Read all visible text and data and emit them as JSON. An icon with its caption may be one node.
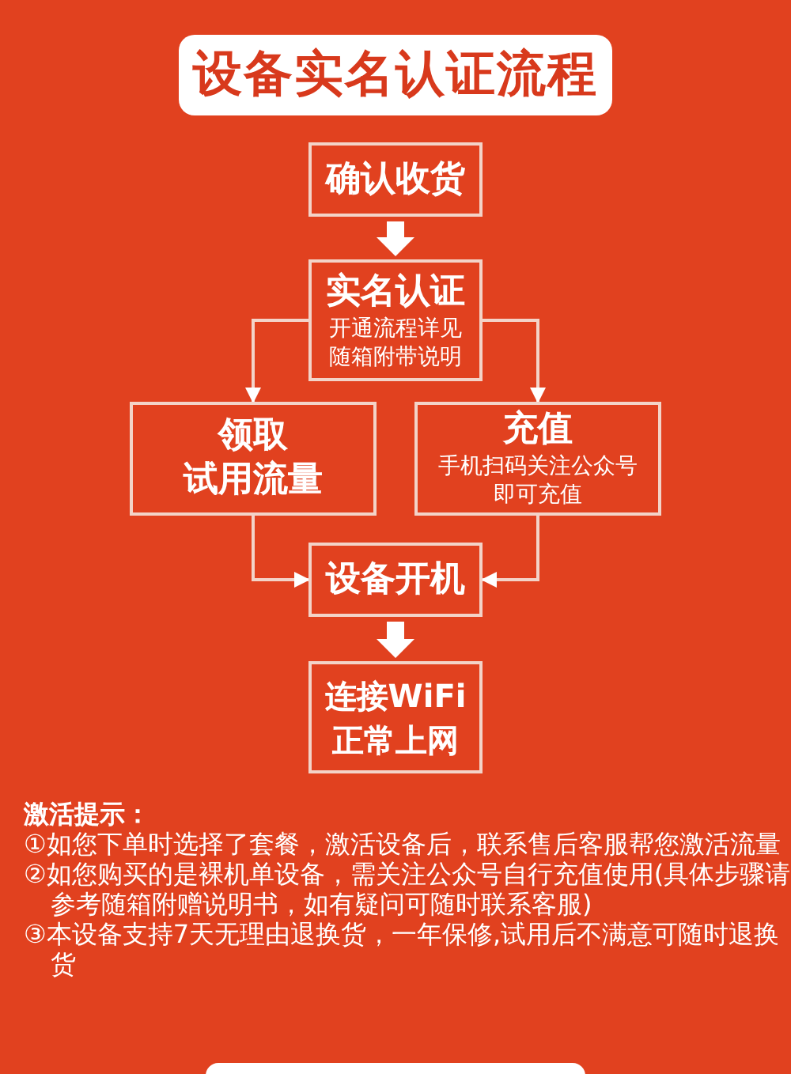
{
  "diagram": {
    "title": "设备实名认证流程",
    "nodes": [
      {
        "text": [
          "确认收货"
        ]
      },
      {
        "text": [
          "实名认证",
          "开通流程详见随箱附带说明"
        ]
      },
      {
        "text": [
          "领取",
          "试用流量"
        ]
      },
      {
        "text": [
          "充值",
          "手机扫码关注公众号即可充值"
        ]
      },
      {
        "text": [
          "设备开机"
        ]
      },
      {
        "text": [
          "连接WiFi正常上网"
        ]
      }
    ],
    "edges": [
      {
        "from": 0,
        "to": 1,
        "arrow": "to",
        "style": "thick"
      },
      {
        "from": 1,
        "to": 2,
        "arrow": "to"
      },
      {
        "from": 1,
        "to": 3,
        "arrow": "to"
      },
      {
        "from": 2,
        "to": 4,
        "arrow": "to"
      },
      {
        "from": 3,
        "to": 4,
        "arrow": "to"
      },
      {
        "from": 4,
        "to": 5,
        "arrow": "to",
        "style": "thick"
      }
    ],
    "labels": [
      "激活提示：",
      "①如您下单时选择了套餐，激活设备后，联系售后客服帮您激活流量",
      "②如您购买的是裸机单设备，需关注公众号自行充值使用(具体步骤请参考随箱附赠说明书，如有疑问可随时联系客服)",
      "③本设备支持7天无理由退换货，一年保修,试用后不满意可随时退换货"
    ]
  }
}
